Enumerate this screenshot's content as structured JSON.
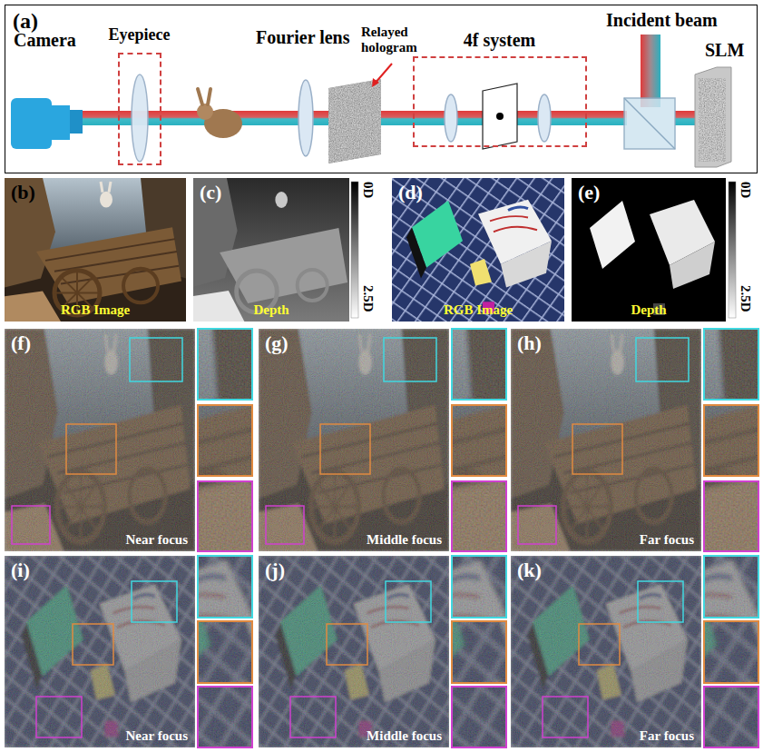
{
  "diagram": {
    "nodes": [
      {
        "text": [
          "(a)"
        ]
      },
      {
        "text": [
          "Eyepiece"
        ],
        "in": 0
      },
      {
        "text": [
          "4f system"
        ],
        "in": 0
      },
      {
        "text": [
          "(b)",
          "RGB Image"
        ]
      },
      {
        "text": [
          "(c)",
          "Depth"
        ]
      },
      {
        "text": [
          "(d)",
          "RGB Image"
        ]
      },
      {
        "text": [
          "(e)",
          "Depth"
        ]
      },
      {
        "text": [
          "(f)",
          "Near focus"
        ]
      },
      {
        "text": [
          "(g)",
          "Middle focus"
        ]
      },
      {
        "text": [
          "(h)",
          "Far focus"
        ]
      },
      {
        "text": [
          "(i)",
          "Near focus"
        ]
      },
      {
        "text": [
          "(j)",
          "Middle focus"
        ]
      },
      {
        "text": [
          "(k)",
          "Far focus"
        ]
      }
    ],
    "labels": [
      "Camera",
      "Fourier lens",
      "Relayed hologram",
      "Incident beam",
      "SLM",
      "0D",
      "2.5D",
      "0D",
      "2.5D"
    ]
  }
}
